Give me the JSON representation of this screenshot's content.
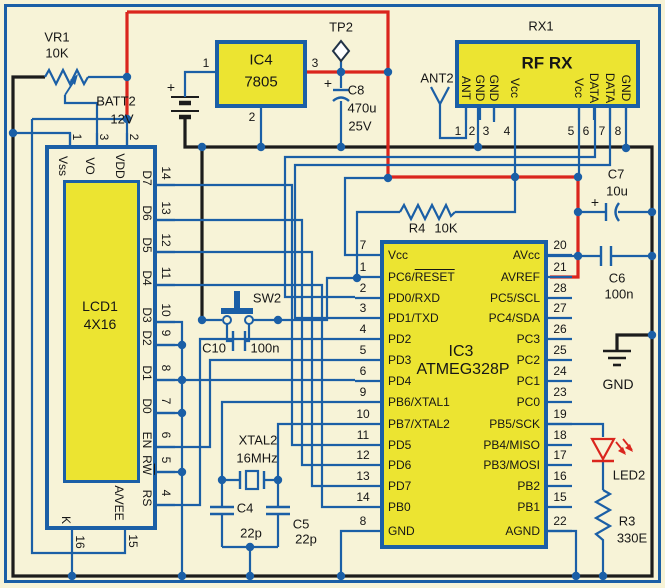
{
  "colors": {
    "background": "#f7f3d7",
    "component_fill": "#ece431",
    "wire_blue": "#1b5fa6",
    "wire_red": "#da251d",
    "wire_black": "#1c1c1c"
  },
  "parts": {
    "plus": "+",
    "vr1": {
      "ref": "VR1",
      "value": "10K"
    },
    "batt2": {
      "ref": "BATT2",
      "value": "12V"
    },
    "tp2": {
      "ref": "TP2"
    },
    "c8": {
      "ref": "C8",
      "value": "470u",
      "volt": "25V"
    },
    "ant2": {
      "ref": "ANT2"
    },
    "r4": {
      "ref": "R4",
      "value": "10K"
    },
    "c7": {
      "ref": "C7",
      "value": "10u"
    },
    "c6": {
      "ref": "C6",
      "value": "100n"
    },
    "gnd": {
      "label": "GND"
    },
    "led2": {
      "ref": "LED2"
    },
    "r3": {
      "ref": "R3",
      "value": "330E"
    },
    "sw2": {
      "ref": "SW2"
    },
    "c10": {
      "ref": "C10",
      "value": "100n"
    },
    "xtal2": {
      "ref": "XTAL2",
      "value": "16MHz"
    },
    "c4": {
      "ref": "C4",
      "value": "22p"
    },
    "c5": {
      "ref": "C5",
      "value": "22p"
    }
  },
  "ic4": {
    "ref": "IC4",
    "part": "7805",
    "pin_in": "1",
    "pin_gnd": "2",
    "pin_out": "3"
  },
  "rx1": {
    "ref": "RX1",
    "title": "RF RX",
    "pins": [
      {
        "num": "1",
        "label": "ANT"
      },
      {
        "num": "2",
        "label": "GND"
      },
      {
        "num": "3",
        "label": "GND"
      },
      {
        "num": "4",
        "label": "Vcc"
      },
      {
        "num": "5",
        "label": "Vcc"
      },
      {
        "num": "6",
        "label": "DATA"
      },
      {
        "num": "7",
        "label": "DATA"
      },
      {
        "num": "8",
        "label": "GND"
      }
    ]
  },
  "lcd1": {
    "ref": "LCD1",
    "size": "4X16",
    "top_pins": [
      {
        "num": "1",
        "label": "Vss"
      },
      {
        "num": "3",
        "label": "VO"
      },
      {
        "num": "2",
        "label": "VDD"
      }
    ],
    "right_pins": [
      {
        "num": "14",
        "label": "D7"
      },
      {
        "num": "13",
        "label": "D6"
      },
      {
        "num": "12",
        "label": "D5"
      },
      {
        "num": "11",
        "label": "D4"
      },
      {
        "num": "10",
        "label": "D3"
      },
      {
        "num": "9",
        "label": "D2"
      },
      {
        "num": "8",
        "label": "D1"
      },
      {
        "num": "7",
        "label": "D0"
      },
      {
        "num": "6",
        "label": "EN"
      },
      {
        "num": "5",
        "label": "R",
        "over": "W"
      },
      {
        "num": "4",
        "label": "RS"
      }
    ],
    "bottom_pins": [
      {
        "num": "16",
        "label": "K"
      },
      {
        "num": "15",
        "label": "A/VEE"
      }
    ]
  },
  "ic3": {
    "ref": "IC3",
    "part": "ATMEG328P",
    "left_pins": [
      {
        "num": "7",
        "label": "Vcc"
      },
      {
        "num": "1",
        "label": "PC6/",
        "over": "RESET"
      },
      {
        "num": "2",
        "label": "PD0/RXD"
      },
      {
        "num": "3",
        "label": "PD1/TXD"
      },
      {
        "num": "4",
        "label": "PD2"
      },
      {
        "num": "5",
        "label": "PD3"
      },
      {
        "num": "6",
        "label": "PD4"
      },
      {
        "num": "9",
        "label": "PB6/XTAL1"
      },
      {
        "num": "10",
        "label": "PB7/XTAL2"
      },
      {
        "num": "11",
        "label": "PD5"
      },
      {
        "num": "12",
        "label": "PD6"
      },
      {
        "num": "13",
        "label": "PD7"
      },
      {
        "num": "14",
        "label": "PB0"
      },
      {
        "num": "8",
        "label": "GND"
      }
    ],
    "right_pins": [
      {
        "num": "20",
        "label": "AVcc"
      },
      {
        "num": "21",
        "label": "AVREF"
      },
      {
        "num": "28",
        "label": "PC5/SCL"
      },
      {
        "num": "27",
        "label": "PC4/SDA"
      },
      {
        "num": "26",
        "label": "PC3"
      },
      {
        "num": "25",
        "label": "PC2"
      },
      {
        "num": "24",
        "label": "PC1"
      },
      {
        "num": "23",
        "label": "PC0"
      },
      {
        "num": "19",
        "label": "PB5/SCK"
      },
      {
        "num": "18",
        "label": "PB4/MISO"
      },
      {
        "num": "17",
        "label": "PB3/MOSI"
      },
      {
        "num": "16",
        "label": "PB2"
      },
      {
        "num": "15",
        "label": "PB1"
      },
      {
        "num": "22",
        "label": "AGND"
      }
    ]
  }
}
